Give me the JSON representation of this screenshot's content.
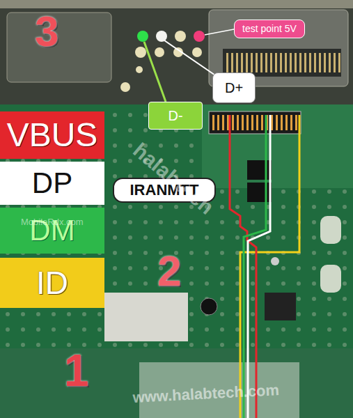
{
  "diagram": {
    "nodes": [
      {
        "text": [
          "test point 5V"
        ]
      },
      {
        "text": [
          "D+"
        ]
      },
      {
        "text": [
          "D-"
        ]
      },
      {
        "text": [
          "IRANMTT"
        ]
      }
    ],
    "labels": [
      "3",
      "2",
      "1",
      "halabtech",
      "MobileRdx.com",
      "www.halabtech.com"
    ],
    "legend": [
      {
        "text": "VBUS",
        "color": "#e3262c"
      },
      {
        "text": "DP",
        "color": "#ffffff"
      },
      {
        "text": "DM",
        "color": "#2db84a"
      },
      {
        "text": "ID",
        "color": "#f2cc1a"
      }
    ]
  }
}
